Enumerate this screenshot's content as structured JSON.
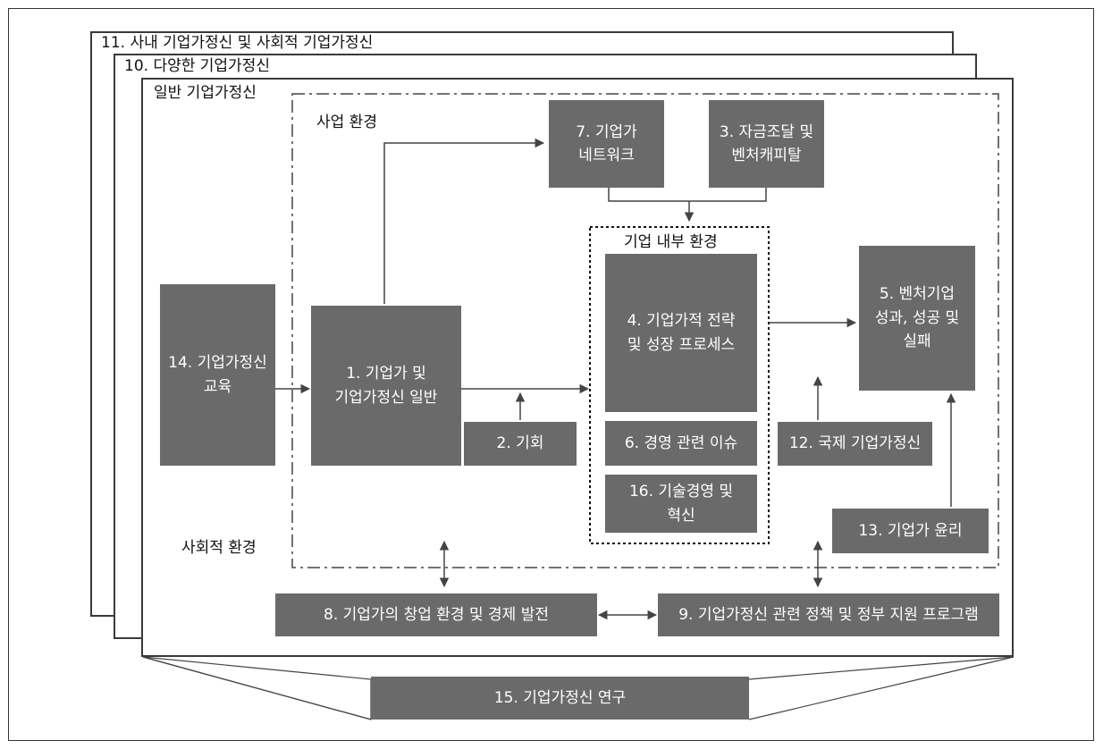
{
  "layers": {
    "outer": "11. 사내 기업가정신 및 사회적 기업가정신",
    "middle": "10. 다양한 기업가정신",
    "inner": "일반 기업가정신"
  },
  "regions": {
    "business": "사업 환경",
    "social": "사회적 환경",
    "internal": "기업 내부 환경"
  },
  "boxes": {
    "b1": "1. 기업가 및\n기업가정신 일반",
    "b2": "2. 기회",
    "b3": "3. 자금조달 및\n벤처캐피탈",
    "b4": "4. 기업가적 전략\n및 성장 프로세스",
    "b5": "5. 벤처기업\n성과, 성공 및\n실패",
    "b6": "6. 경영 관련 이슈",
    "b7": "7. 기업가\n네트워크",
    "b8": "8. 기업가의 창업 환경 및 경제 발전",
    "b9": "9. 기업가정신 관련 정책 및 정부 지원 프로그램",
    "b12": "12. 국제 기업가정신",
    "b13": "13. 기업가 윤리",
    "b14": "14. 기업가정신\n교육",
    "b15": "15. 기업가정신 연구",
    "b16": "16. 기술경영 및\n혁신"
  },
  "colors": {
    "box_fill": "#6a6a6a",
    "line": "#444444",
    "text_on_box": "#ffffff"
  }
}
